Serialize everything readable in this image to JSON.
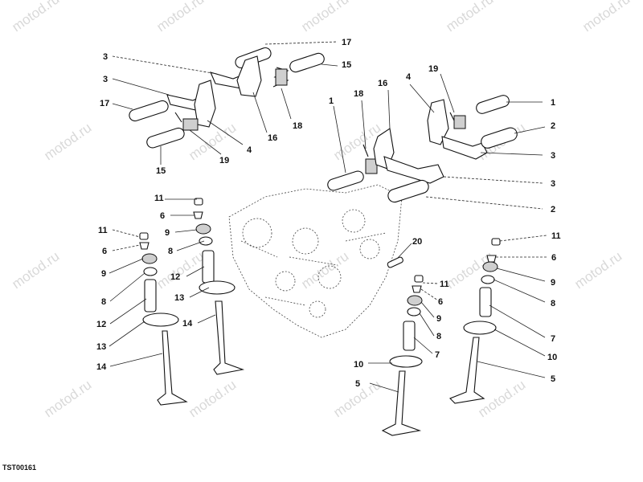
{
  "drawing_code": "TST00161",
  "watermark": "motod.ru",
  "callouts": [
    {
      "id": "c17a",
      "text": "17"
    },
    {
      "id": "c15a",
      "text": "15"
    },
    {
      "id": "c3a",
      "text": "3"
    },
    {
      "id": "c3b",
      "text": "3"
    },
    {
      "id": "c17b",
      "text": "17"
    },
    {
      "id": "c16a",
      "text": "16"
    },
    {
      "id": "c18a",
      "text": "18"
    },
    {
      "id": "c4a",
      "text": "4"
    },
    {
      "id": "c19a",
      "text": "19"
    },
    {
      "id": "c15b",
      "text": "15"
    },
    {
      "id": "c1a",
      "text": "1"
    },
    {
      "id": "c18b",
      "text": "18"
    },
    {
      "id": "c16b",
      "text": "16"
    },
    {
      "id": "c4b",
      "text": "4"
    },
    {
      "id": "c19b",
      "text": "19"
    },
    {
      "id": "c1b",
      "text": "1"
    },
    {
      "id": "c2a",
      "text": "2"
    },
    {
      "id": "c3c",
      "text": "3"
    },
    {
      "id": "c3d",
      "text": "3"
    },
    {
      "id": "c2b",
      "text": "2"
    },
    {
      "id": "c11a",
      "text": "11"
    },
    {
      "id": "c6a",
      "text": "6"
    },
    {
      "id": "c9a",
      "text": "9"
    },
    {
      "id": "c8a",
      "text": "8"
    },
    {
      "id": "c12a",
      "text": "12"
    },
    {
      "id": "c13a",
      "text": "13"
    },
    {
      "id": "c14a",
      "text": "14"
    },
    {
      "id": "c11b",
      "text": "11"
    },
    {
      "id": "c6b",
      "text": "6"
    },
    {
      "id": "c9b",
      "text": "9"
    },
    {
      "id": "c8b",
      "text": "8"
    },
    {
      "id": "c12b",
      "text": "12"
    },
    {
      "id": "c13b",
      "text": "13"
    },
    {
      "id": "c14b",
      "text": "14"
    },
    {
      "id": "c20",
      "text": "20"
    },
    {
      "id": "c11c",
      "text": "11"
    },
    {
      "id": "c6c",
      "text": "6"
    },
    {
      "id": "c9c",
      "text": "9"
    },
    {
      "id": "c8c",
      "text": "8"
    },
    {
      "id": "c7a",
      "text": "7"
    },
    {
      "id": "c10a",
      "text": "10"
    },
    {
      "id": "c5a",
      "text": "5"
    },
    {
      "id": "c11d",
      "text": "11"
    },
    {
      "id": "c6d",
      "text": "6"
    },
    {
      "id": "c9d",
      "text": "9"
    },
    {
      "id": "c8d",
      "text": "8"
    },
    {
      "id": "c7b",
      "text": "7"
    },
    {
      "id": "c10b",
      "text": "10"
    },
    {
      "id": "c5b",
      "text": "5"
    }
  ]
}
